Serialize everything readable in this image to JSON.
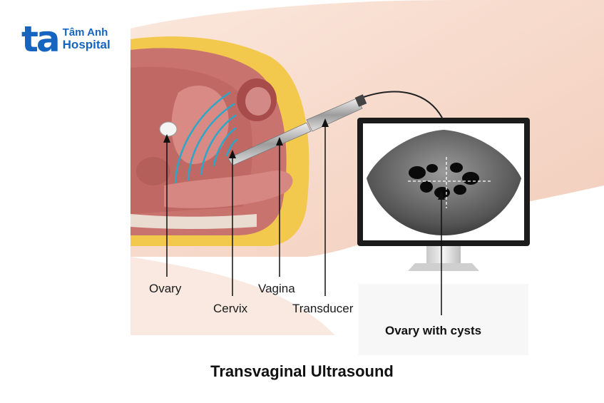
{
  "logo": {
    "mark": "ta",
    "line1": "Tâm Anh",
    "line2": "Hospital"
  },
  "labels": {
    "ovary": "Ovary",
    "cervix": "Cervix",
    "vagina": "Vagina",
    "transducer": "Transducer",
    "ovary_with_cysts": "Ovary with cysts"
  },
  "caption": "Transvaginal Ultrasound",
  "colors": {
    "brand": "#1565c0",
    "skin": "#f6dccd",
    "tissue": "#c9736e",
    "fat": "#f2c94c",
    "wave": "#2aa7c9",
    "monitor": "#1b1b1b"
  }
}
